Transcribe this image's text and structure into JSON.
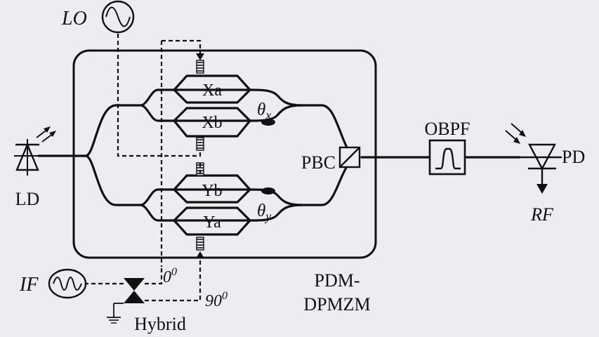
{
  "labels": {
    "lo": "LO",
    "if": "IF",
    "ld": "LD",
    "xa": "Xa",
    "xb": "Xb",
    "yb": "Yb",
    "ya": "Ya",
    "theta_x": "θ",
    "theta_x_sub": "x",
    "theta_y": "θ",
    "theta_y_sub": "y",
    "pbc": "PBC",
    "obpf": "OBPF",
    "pd": "PD",
    "rf": "RF",
    "phase0": "0",
    "phase0_sup": "0",
    "phase90": "90",
    "phase90_sup": "0",
    "hybrid": "Hybrid",
    "modulator_line1": "PDM-",
    "modulator_line2": "DPMZM"
  },
  "colors": {
    "ink": "#111111",
    "background": "#ecedf0"
  }
}
